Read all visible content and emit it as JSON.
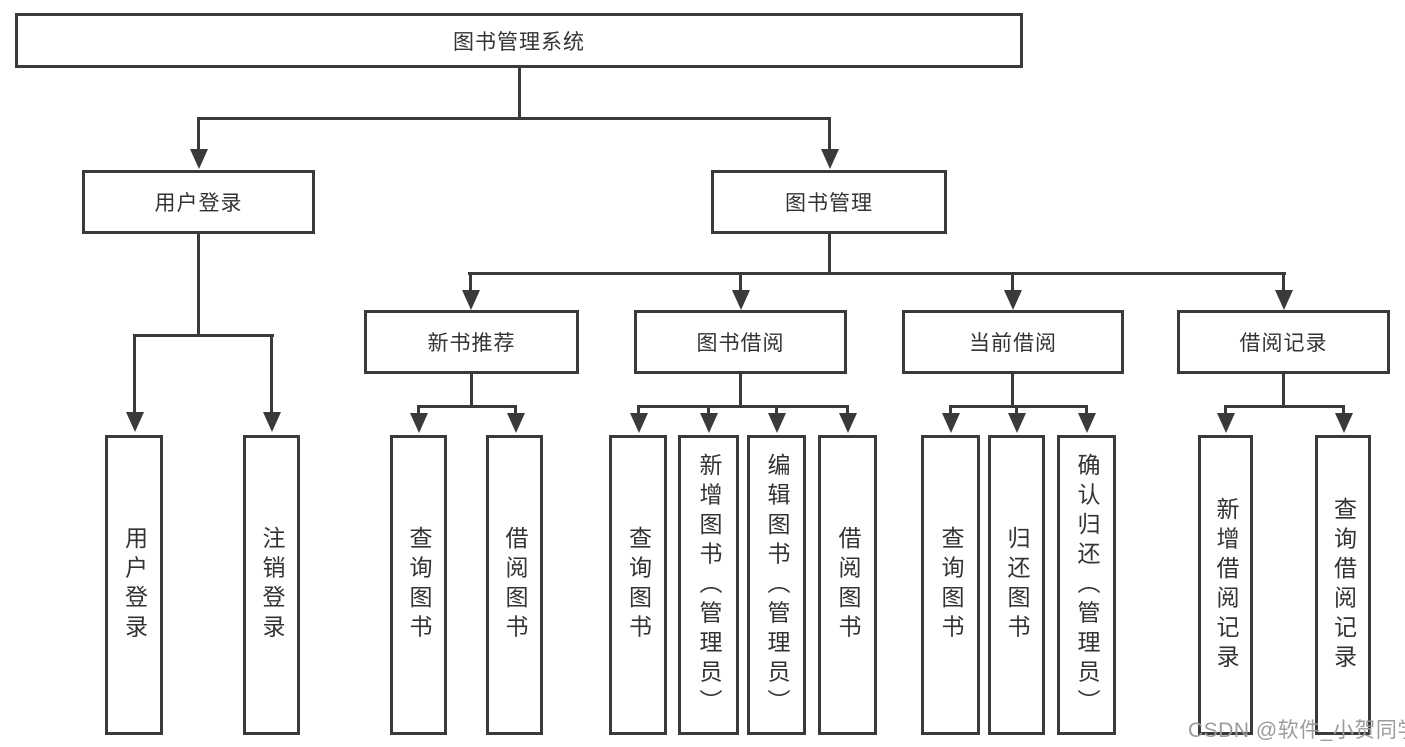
{
  "diagram": {
    "type": "tree-diagram",
    "root": {
      "label": "图书管理系统",
      "children": [
        {
          "label": "用户登录",
          "children": [
            {
              "label": "用户登录"
            },
            {
              "label": "注销登录"
            }
          ]
        },
        {
          "label": "图书管理",
          "children": [
            {
              "label": "新书推荐",
              "children": [
                {
                  "label": "查询图书"
                },
                {
                  "label": "借阅图书"
                }
              ]
            },
            {
              "label": "图书借阅",
              "children": [
                {
                  "label": "查询图书"
                },
                {
                  "label": "新增图书（管理员）"
                },
                {
                  "label": "编辑图书（管理员）"
                },
                {
                  "label": "借阅图书"
                }
              ]
            },
            {
              "label": "当前借阅",
              "children": [
                {
                  "label": "查询图书"
                },
                {
                  "label": "归还图书"
                },
                {
                  "label": "确认归还（管理员）"
                }
              ]
            },
            {
              "label": "借阅记录",
              "children": [
                {
                  "label": "新增借阅记录"
                },
                {
                  "label": "查询借阅记录"
                }
              ]
            }
          ]
        }
      ]
    }
  },
  "watermark": "CSDN @软件_小贺同学",
  "colors": {
    "line": "#3a3a3a",
    "text": "#333333",
    "watermark": "#9c9c9c",
    "background": "#ffffff"
  }
}
